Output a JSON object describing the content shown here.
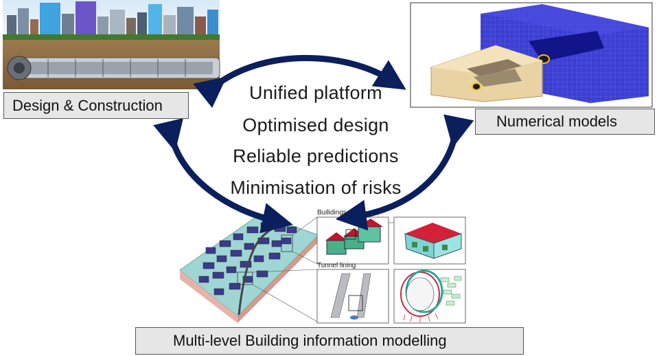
{
  "nodes": {
    "design": {
      "label": "Design & Construction"
    },
    "numerical": {
      "label": "Numerical models"
    },
    "bim": {
      "label": "Multi-level Building information modelling"
    }
  },
  "benefits": [
    "Unified platform",
    "Optimised design",
    "Reliable predictions",
    "Minimisation of risks"
  ],
  "figure_labels": {
    "buildings": "Builidings",
    "tunnel_lining": "Tunnel lining"
  },
  "colors": {
    "arrow": "#0b1f5c",
    "label_bg": "#e6e6e6"
  }
}
